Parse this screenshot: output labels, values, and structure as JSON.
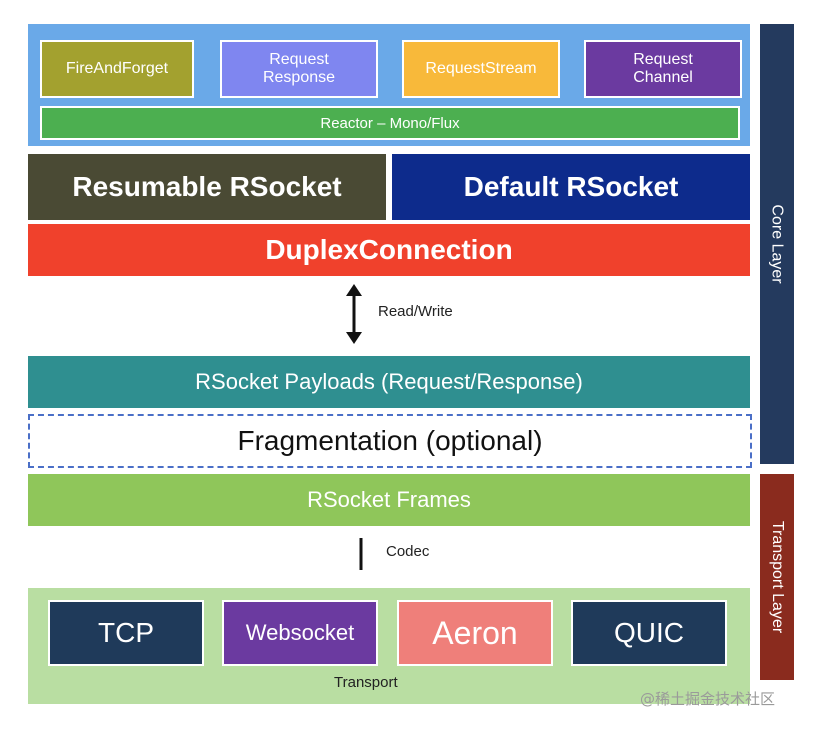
{
  "api_layer": {
    "items": [
      {
        "label": "FireAndForget",
        "color": "#a3a12f"
      },
      {
        "label": "Request\nResponse",
        "color": "#7f86f0"
      },
      {
        "label": "RequestStream",
        "color": "#f8b93a"
      },
      {
        "label": "Request\nChannel",
        "color": "#6b3aa0"
      }
    ],
    "reactor_label": "Reactor – Mono/Flux",
    "reactor_color": "#4caf50",
    "bg_color": "#6aa9e8"
  },
  "rsocket_impls": {
    "resumable": {
      "label": "Resumable RSocket",
      "color": "#4a4a34"
    },
    "default": {
      "label": "Default RSocket",
      "color": "#0d2b8c"
    }
  },
  "duplex": {
    "label": "DuplexConnection",
    "color": "#f0412c"
  },
  "read_write_label": "Read/Write",
  "payloads": {
    "label": "RSocket Payloads (Request/Response)",
    "color": "#2f8f90"
  },
  "fragmentation": {
    "label": "Fragmentation (optional)",
    "border_color": "#4a6fc7"
  },
  "frames": {
    "label": "RSocket Frames",
    "color": "#8fc65a"
  },
  "codec_label": "Codec",
  "transport": {
    "bg_color": "#b9dea2",
    "items": [
      {
        "label": "TCP",
        "color": "#1f3a5a"
      },
      {
        "label": "Websocket",
        "color": "#6b3aa0"
      },
      {
        "label": "Aeron",
        "color": "#ef7f7a"
      },
      {
        "label": "QUIC",
        "color": "#1f3a5a"
      }
    ],
    "label": "Transport"
  },
  "side_layers": {
    "core": {
      "label": "Core Layer",
      "color": "#243a5e"
    },
    "transport": {
      "label": "Transport Layer",
      "color": "#8a2b1e"
    }
  },
  "watermark": "@稀土掘金技术社区"
}
